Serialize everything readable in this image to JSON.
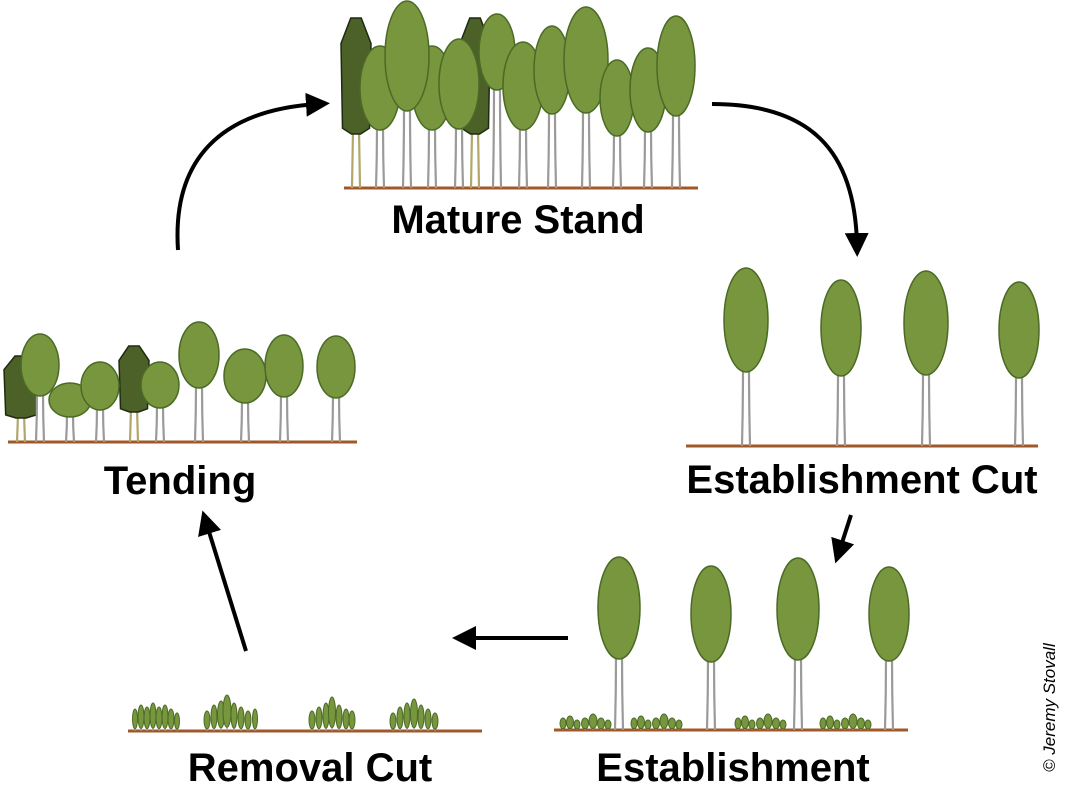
{
  "stages": {
    "mature_stand": "Mature Stand",
    "establishment_cut": "Establishment Cut",
    "establishment": "Establishment",
    "removal_cut": "Removal Cut",
    "tending": "Tending"
  },
  "credit": "© Jeremy Stovall",
  "colors": {
    "broadleaf_fill": "#77963e",
    "broadleaf_stroke": "#4b6a26",
    "conifer_fill": "#4b6128",
    "conifer_stroke": "#1f2b10",
    "trunk": "#9a9a9a",
    "conifer_trunk": "#b2a66c",
    "ground": "#a0582a",
    "arrow": "#000000"
  }
}
